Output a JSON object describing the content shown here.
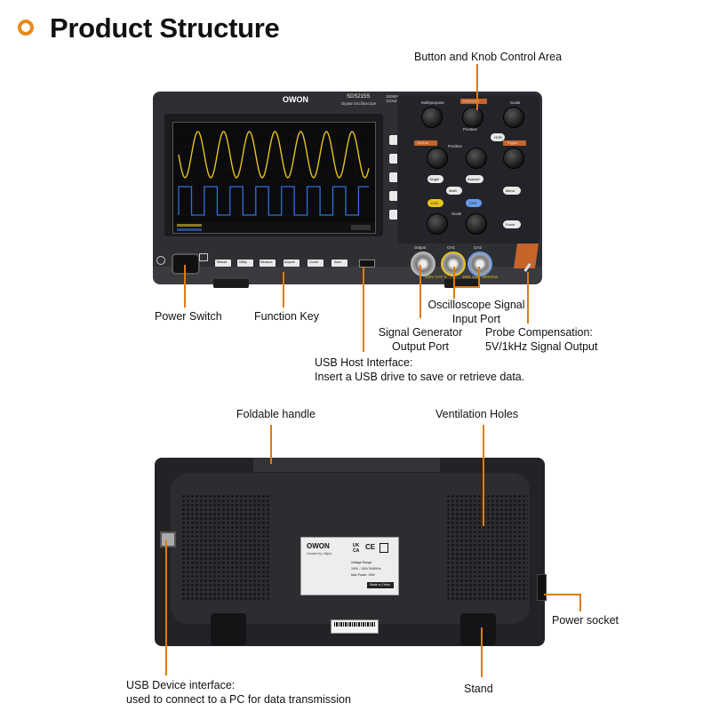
{
  "header": {
    "title": "Product Structure"
  },
  "front_labels": {
    "button_knob": "Button and Knob Control Area",
    "power_switch": "Power Switch",
    "function_key": "Function Key",
    "signal_gen_1": "Signal Generator",
    "signal_gen_2": "Output Port",
    "osc_input_1": "Oscilloscope Signal",
    "osc_input_2": "Input Port",
    "probe_comp_1": "Probe Compensation:",
    "probe_comp_2": "5V/1kHz Signal Output",
    "usb_host_1": "USB Host Interface:",
    "usb_host_2": "Insert a USB drive to save or retrieve data."
  },
  "back_labels": {
    "handle": "Foldable handle",
    "vent": "Ventilation Holes",
    "power_socket": "Power socket",
    "usb_device_1": "USB Device interface:",
    "usb_device_2": "used to connect to a PC for data transmission",
    "stand": "Stand"
  },
  "device_text": {
    "brand": "OWON",
    "model": "SDS215S",
    "subtitle": "Digital Oscilloscope",
    "spec": "150MHz 1GSa/s",
    "multipurpose": "Multipurpose",
    "horizontal": "Horizontal",
    "position": "Position",
    "scale": "Scale",
    "hor": "HOR",
    "vertical": "Vertical",
    "trigger": "Trigger",
    "single": "Single",
    "autoset": "Autoset",
    "math": "Math",
    "menu": "Menu",
    "ch1": "CH1",
    "ch2": "CH2",
    "force": "Force",
    "output": "Output",
    "ch1_port": "CH1",
    "ch2_port": "CH2",
    "rating": "400V CAT II",
    "input_rating": "1MΩ 15pF 300Vrms",
    "fkeys": [
      "Reload",
      "Utility",
      "Measure",
      "Acquire",
      "Cursor",
      "Save"
    ],
    "label_voltage": "Voltage Range:",
    "label_voltage_val": "100V - 240V   50/60Hz",
    "label_power": "Max Power:   15W",
    "label_made": "Made in China",
    "label_created": "Created by Lilliput",
    "label_uk": "UK CA"
  },
  "colors": {
    "accent": "#e8891a",
    "callout_line": "#e07a10",
    "ch1_wave": "#e6c21e",
    "ch2_wave": "#2f6fd8"
  },
  "icons": [
    "ring-bullet-icon",
    "ce-mark-icon",
    "weee-bin-icon",
    "power-icon",
    "usb-port-icon"
  ]
}
